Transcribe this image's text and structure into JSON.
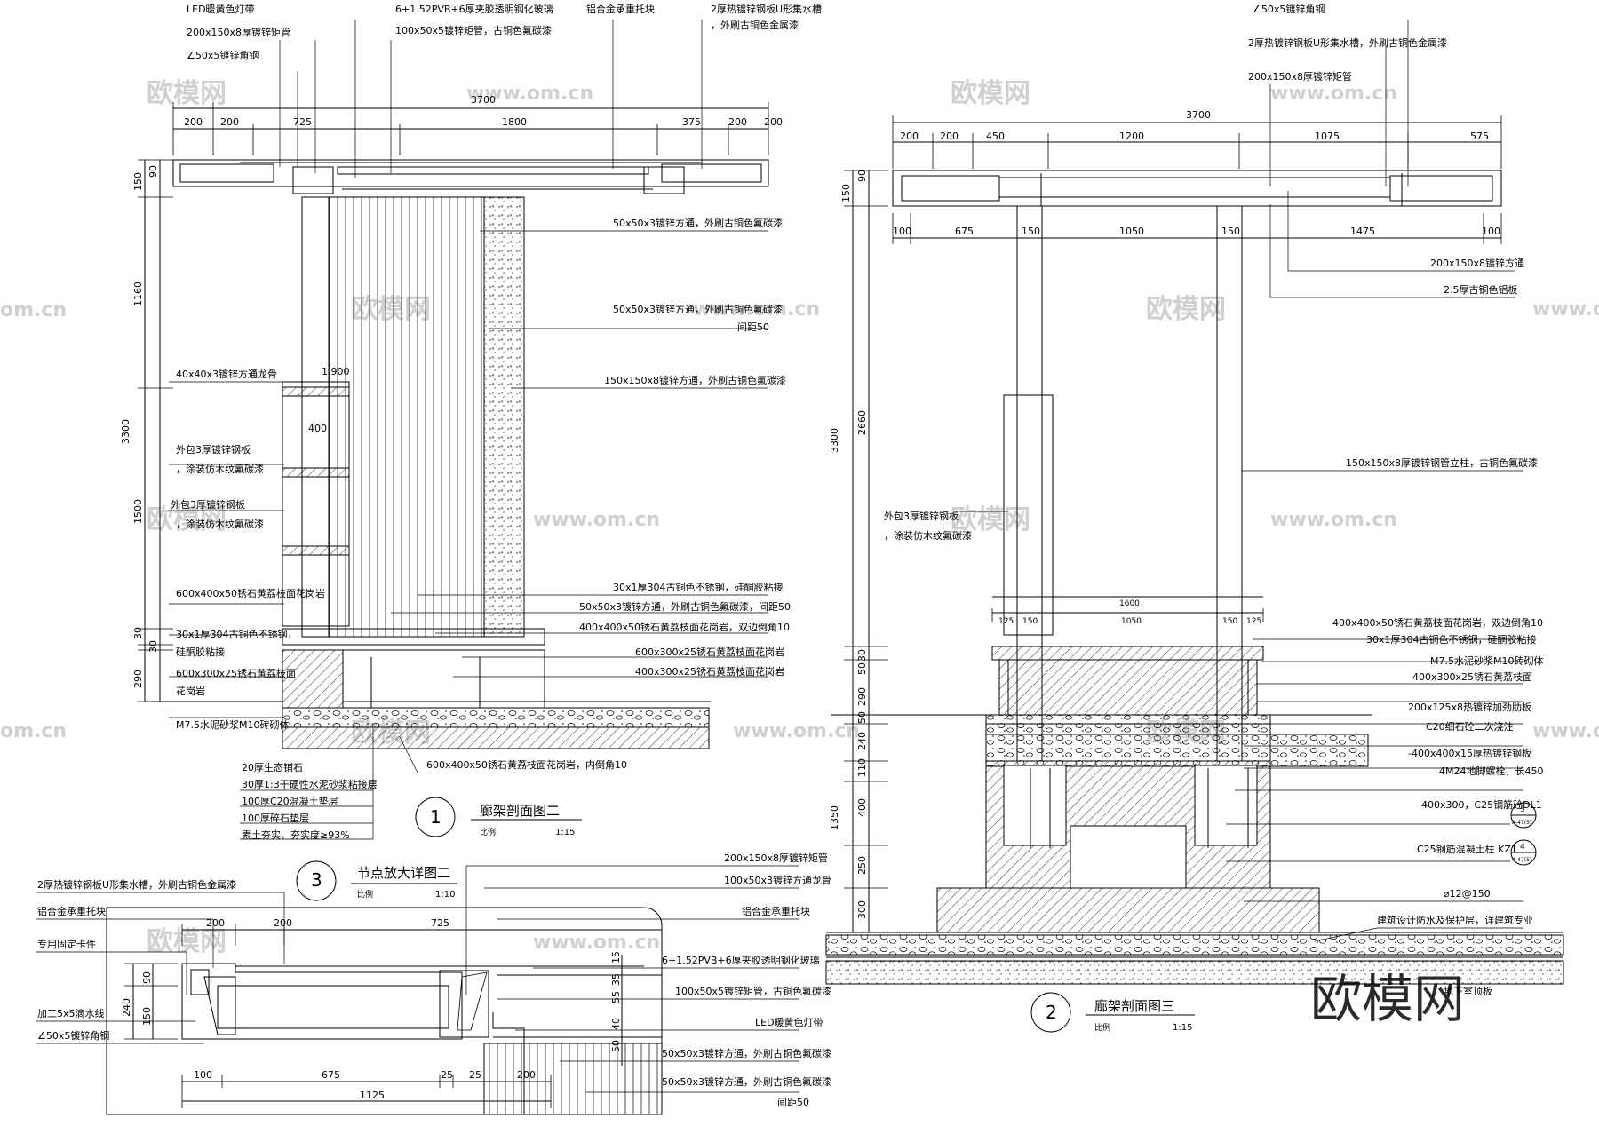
{
  "watermark": {
    "brand": "欧模网",
    "url": "www.om.cn",
    "url_short": "om.cn"
  },
  "drawing1": {
    "number": "1",
    "title": "廊架剖面图二",
    "scale_label": "比例",
    "scale": "1:15",
    "dim_total": "3700",
    "dims_top": [
      "200",
      "200",
      "725",
      "1800",
      "375",
      "200",
      "200"
    ],
    "dims_left": [
      "150",
      "90",
      "1160",
      "3300",
      "1500",
      "30",
      "30",
      "290"
    ],
    "dim_small": [
      "1.900",
      "400"
    ],
    "top_labels": [
      "LED暖黄色灯带",
      "200x150x8厚镀锌矩管",
      "∠50x5镀锌角钢",
      "6+1.52PVB+6厚夹胶透明钢化玻璃",
      "100x50x5镀锌矩管，古铜色氟碳漆",
      "铝合金承重托块",
      "2厚热镀锌钢板U形集水槽",
      "，外刷古铜色金属漆"
    ],
    "right_labels": [
      "50x50x3镀锌方通，外刷古铜色氟碳漆",
      "50x50x3镀锌方通，外刷古铜色氟碳漆",
      "间距50",
      "150x150x8镀锌方通，外刷古铜色氟碳漆",
      "30x1厚304古铜色不锈钢，硅酮胶粘接",
      "50x50x3镀锌方通，外刷古铜色氟碳漆，间距50",
      "400x400x50锈石黄荔枝面花岗岩，双边倒角10",
      "600x300x25锈石黄荔枝面花岗岩",
      "400x300x25锈石黄荔枝面花岗岩",
      "600x400x50锈石黄荔枝面花岗岩，内倒角10"
    ],
    "left_labels": [
      "40x40x3镀锌方通龙骨",
      "外包3厚镀锌钢板",
      "，涂装仿木纹氟碳漆",
      "外包3厚镀锌钢板",
      "，涂装仿木纹氟碳漆",
      "600x400x50锈石黄荔枝面花岗岩",
      "30x1厚304古铜色不锈钢，",
      "硅酮胶粘接",
      "600x300x25锈石黄荔枝面",
      "花岗岩",
      "M7.5水泥砂浆M10砖砌体"
    ],
    "layers": [
      "20厚生态铺石",
      "30厚1:3干硬性水泥砂浆粘接层",
      "100厚C20混凝土垫层",
      "100厚碎石垫层",
      "素土夯实，夯实度≥93%"
    ]
  },
  "drawing2": {
    "number": "2",
    "title": "廊架剖面图三",
    "scale_label": "比例",
    "scale": "1:15",
    "dim_total": "3700",
    "dims_top": [
      "200",
      "200",
      "450",
      "1200",
      "1075",
      "575"
    ],
    "dims_below": [
      "100",
      "675",
      "150",
      "1050",
      "150",
      "1475",
      "100"
    ],
    "dims_left": [
      "150",
      "90",
      "2660",
      "3300",
      "30",
      "50",
      "290",
      "50",
      "240",
      "110",
      "400",
      "1350",
      "250",
      "300"
    ],
    "base_width": "1600",
    "dims_base": [
      "125",
      "150",
      "1050",
      "150",
      "125"
    ],
    "top_labels": [
      "∠50x5镀锌角钢",
      "2厚热镀锌钢板U形集水槽，外刷古铜色金属漆",
      "200x150x8厚镀锌矩管"
    ],
    "right_labels": [
      "200x150x8镀锌方通",
      "2.5厚古铜色铝板",
      "150x150x8厚镀锌钢管立柱，古铜色氟碳漆",
      "400x400x50锈石黄荔枝面花岗岩，双边倒角10",
      "30x1厚304古铜色不锈钢，硅酮胶粘接",
      "M7.5水泥砂浆M10砖砌体",
      "400x300x25锈石黄荔枝面",
      "200x125x8热镀锌加劲肋板",
      "C20细石砼二次浇注",
      "-400x400x15厚热镀锌钢板",
      "4M24地脚螺栓，长450",
      "400x300，C25钢筋砼DL1",
      "C25钢筋混凝土柱 KZ1",
      "⌀12@150",
      "建筑设计防水及保护层，详建筑专业",
      "地下室顶板"
    ],
    "ref1": {
      "top": "5",
      "bottom": "A-47(5)"
    },
    "ref2": {
      "top": "4",
      "bottom": "A-47(5)"
    },
    "left_labels": [
      "外包3厚镀锌钢板",
      "，涂装仿木纹氟碳漆"
    ]
  },
  "drawing3": {
    "number": "3",
    "title": "节点放大详图二",
    "scale_label": "比例",
    "scale": "1:10",
    "left_labels": [
      "2厚热镀锌钢板U形集水槽，外刷古铜色金属漆",
      "铝合金承重托块",
      "专用固定卡件",
      "加工5x5滴水线",
      "∠50x5镀锌角钢"
    ],
    "right_labels": [
      "200x150x8厚镀锌矩管",
      "100x50x3镀锌方通龙骨",
      "铝合金承重托块",
      "6+1.52PVB+6厚夹胶透明钢化玻璃",
      "100x50x5镀锌矩管，古铜色氟碳漆",
      "LED暖黄色灯带",
      "50x50x3镀锌方通，外刷古铜色氟碳漆",
      "50x50x3镀锌方通，外刷古铜色氟碳漆",
      "间距50"
    ],
    "dims_top": [
      "200",
      "200",
      "725"
    ],
    "dims_left": [
      "90",
      "240",
      "150"
    ],
    "dims_right": [
      "15",
      "35",
      "55",
      "40",
      "50"
    ],
    "dims_bottom": [
      "100",
      "675",
      "25",
      "25",
      "200"
    ],
    "dim_total": "1125"
  }
}
